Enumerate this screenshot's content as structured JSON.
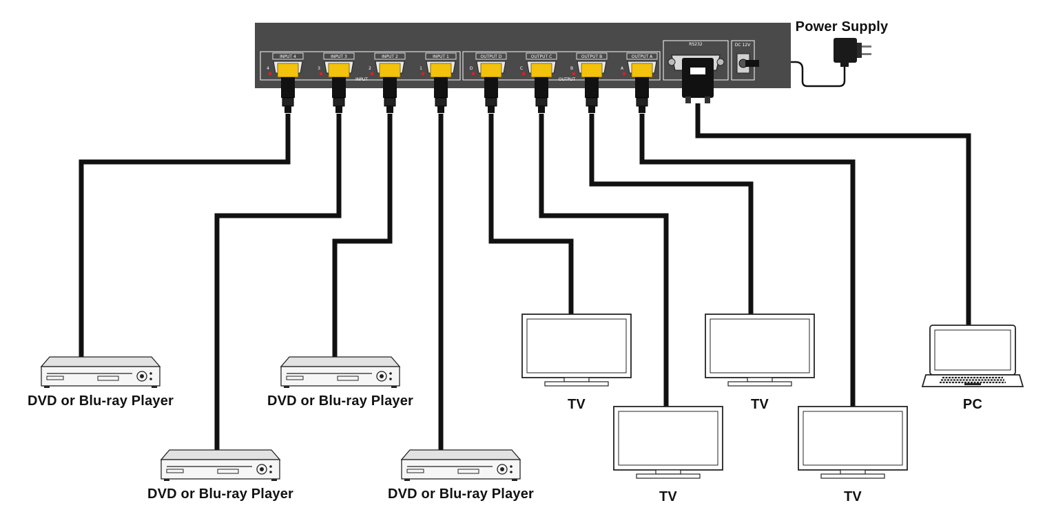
{
  "colors": {
    "panel": "#4a4a4a",
    "cable": "#111111",
    "connector_gold": "#f2c20c",
    "led": "#e02020"
  },
  "device": {
    "inputs": [
      {
        "label": "INPUT 4",
        "num": "4"
      },
      {
        "label": "INPUT 3",
        "num": "3"
      },
      {
        "label": "INPUT 2",
        "num": "2"
      },
      {
        "label": "INPUT 1",
        "num": "1"
      }
    ],
    "outputs": [
      {
        "label": "OUTPUT D",
        "letter": "D"
      },
      {
        "label": "OUTPUT C",
        "letter": "C"
      },
      {
        "label": "OUTPUT B",
        "letter": "B"
      },
      {
        "label": "OUTPUT A",
        "letter": "A"
      }
    ],
    "input_group_label": "INPUT",
    "output_group_label": "OUTPUT",
    "rs232_label": "RS232",
    "dc_label": "DC 12V"
  },
  "power_supply_label": "Power Supply",
  "sources": [
    {
      "label": "DVD or Blu-ray Player"
    },
    {
      "label": "DVD or Blu-ray Player"
    },
    {
      "label": "DVD or Blu-ray Player"
    },
    {
      "label": "DVD or Blu-ray Player"
    }
  ],
  "displays": [
    {
      "label": "TV"
    },
    {
      "label": "TV"
    },
    {
      "label": "TV"
    },
    {
      "label": "TV"
    }
  ],
  "pc_label": "PC"
}
